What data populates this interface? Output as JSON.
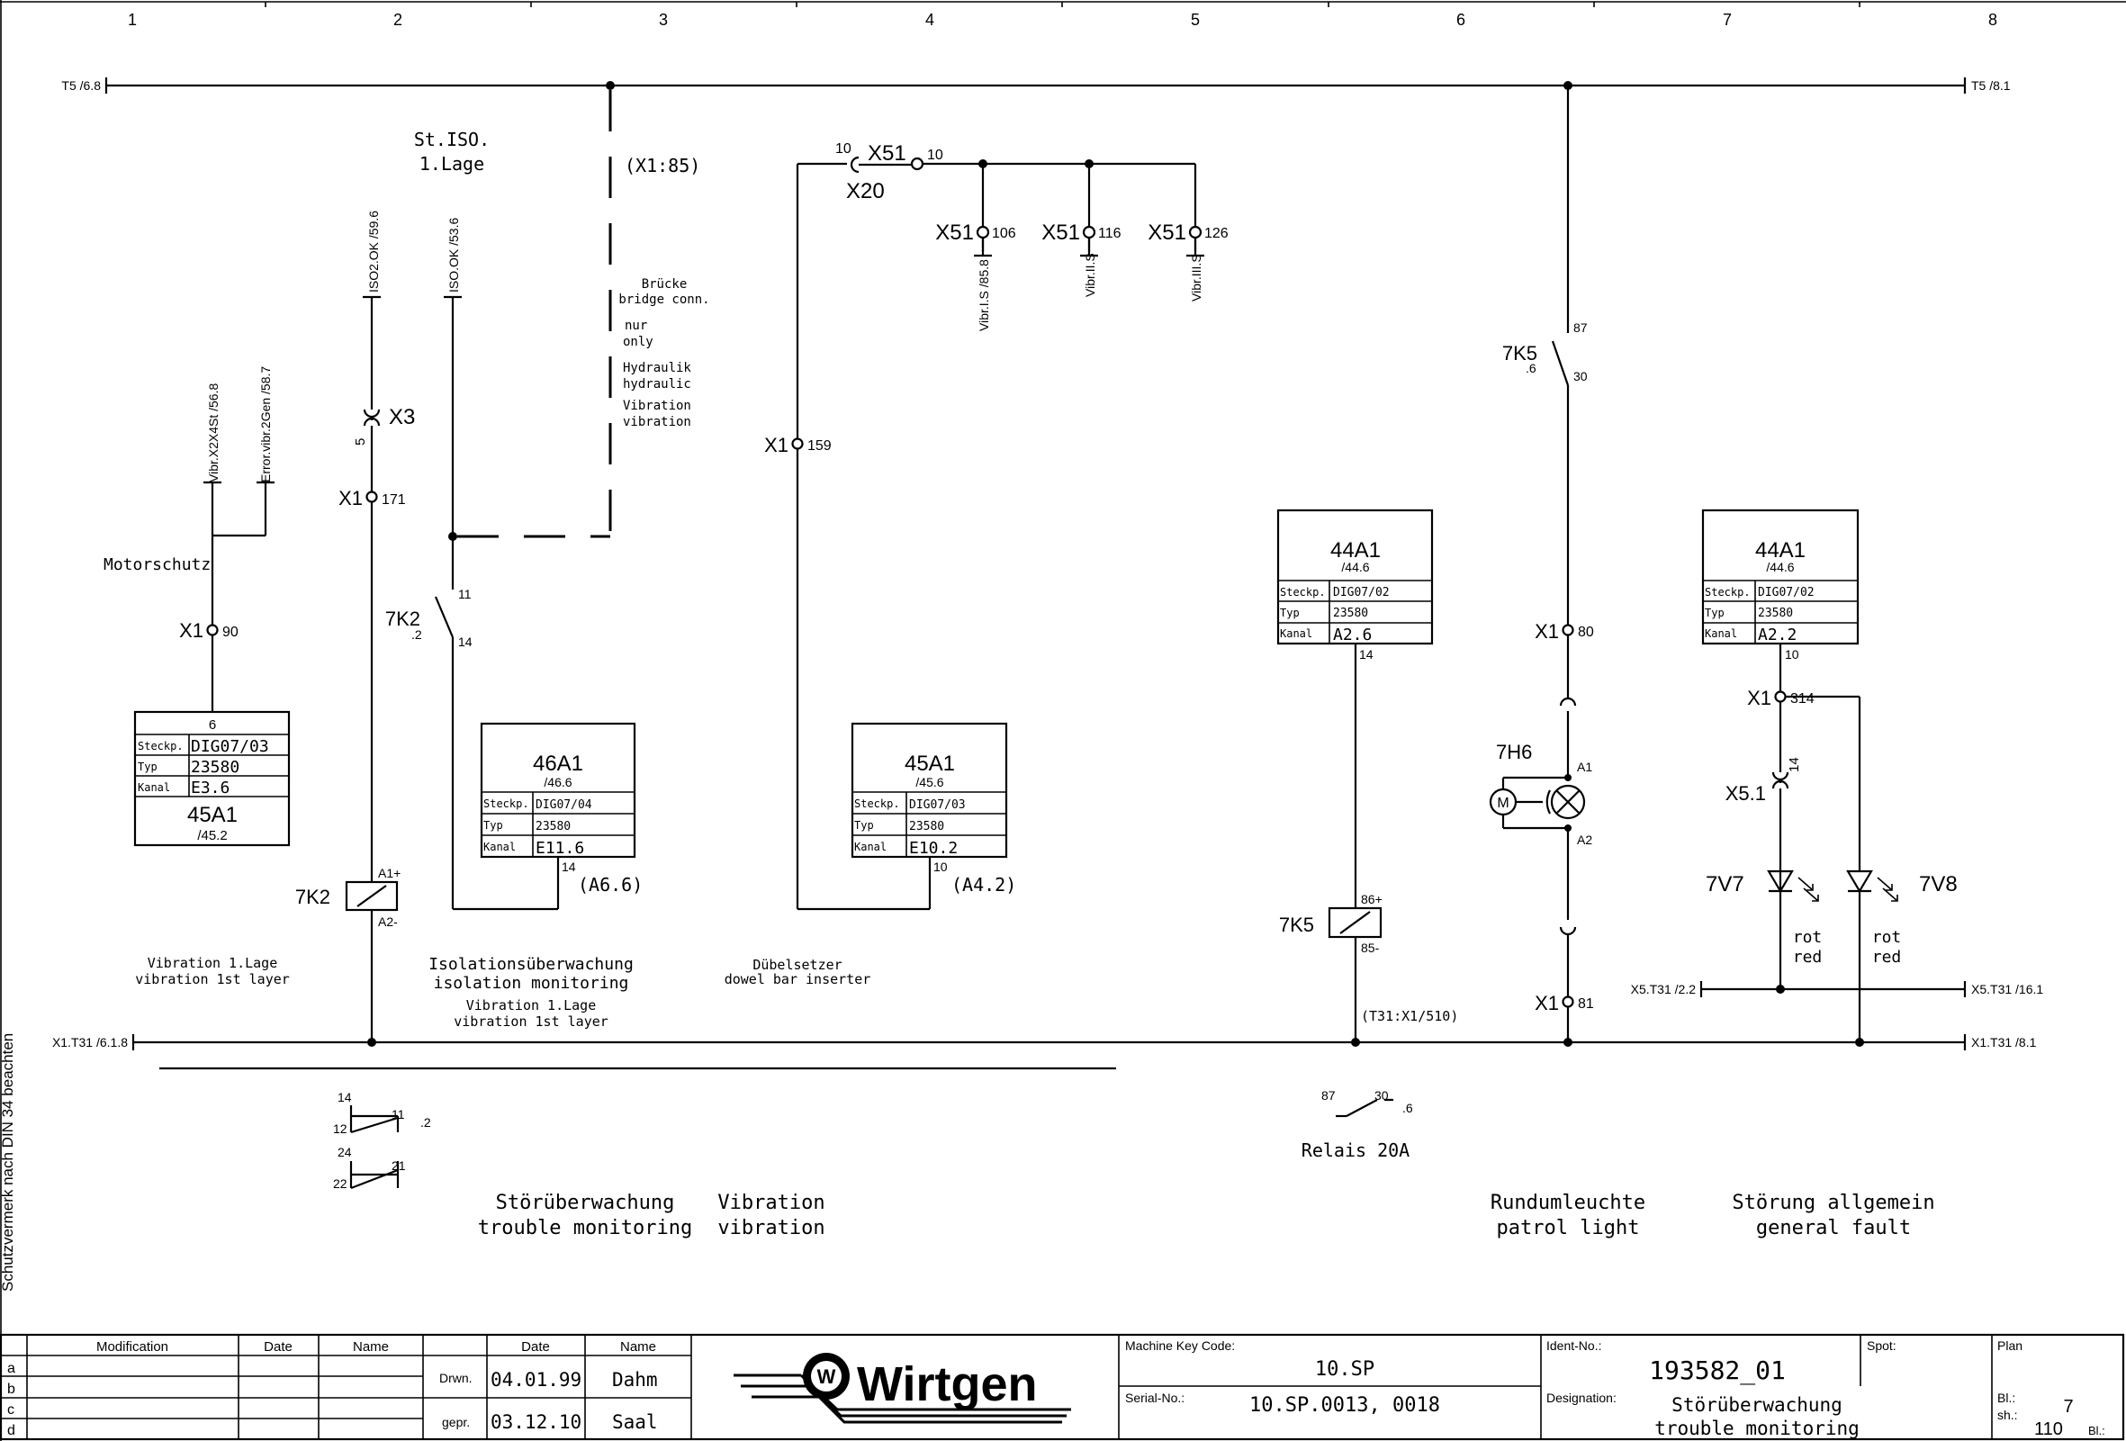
{
  "columns": [
    "1",
    "2",
    "3",
    "4",
    "5",
    "6",
    "7",
    "8"
  ],
  "rails": {
    "t5_left": "T5  /6.8",
    "t5_right": "T5  /8.1",
    "x1t31_left": "X1.T31  /6.1.8",
    "x1t31_right": "X1.T31  /8.1",
    "x5t31_left": "X5.T31  /2.2",
    "x5t31_right": "X5.T31  /16.1"
  },
  "side_note": "Schutzvermerk nach DIN 34 beachten",
  "col1": {
    "vibr_ref": "Vibr.X2X4St  /56.8",
    "error_ref": "Error.vibr.2Gen  /58.7",
    "motorschutz": "Motorschutz",
    "x1": "X1",
    "x1_pin": "90",
    "card": {
      "pin": "6",
      "steckp_label": "Steckp.",
      "steckp": "DIG07/03",
      "typ_label": "Typ",
      "typ": "23580",
      "kanal_label": "Kanal",
      "kanal": "E3.6",
      "id": "45A1",
      "ref": "/45.2"
    },
    "caption_de": "Vibration 1.Lage",
    "caption_en": "vibration 1st layer"
  },
  "col2": {
    "iso2_ref": "ISO2.OK  /59.6",
    "x3": "X3",
    "x3_pin": "5",
    "x1": "X1",
    "x1_pin": "171",
    "coil": "7K2",
    "coil_a1": "A1+",
    "coil_a2": "A2-",
    "contacts": {
      "c14": "14",
      "c11": "11",
      "c12": "12",
      "ref": ".2",
      "c24": "24",
      "c21": "21",
      "c22": "22"
    }
  },
  "col3": {
    "st_iso": "St.ISO.",
    "lage": "1.Lage",
    "x1_85": "(X1:85)",
    "iso_ref": "ISO.OK  /53.6",
    "bridge": [
      "Brücke",
      "bridge conn.",
      "nur",
      "only",
      "Hydraulik",
      "hydraulic",
      "Vibration",
      "vibration"
    ],
    "relay": "7K2",
    "relay_ref": ".2",
    "relay_11": "11",
    "relay_14": "14",
    "card": {
      "id": "46A1",
      "ref": "/46.6",
      "steckp_label": "Steckp.",
      "steckp": "DIG07/04",
      "typ_label": "Typ",
      "typ": "23580",
      "kanal_label": "Kanal",
      "kanal": "E11.6",
      "pin": "14",
      "addr": "(A6.6)"
    },
    "caption1": "Isolationsüberwachung",
    "caption2": "isolation monitoring",
    "caption3": "Vibration 1.Lage",
    "caption4": "vibration 1st layer"
  },
  "col4": {
    "x51": "X51",
    "pin10a": "10",
    "pin10b": "10",
    "x20": "X20",
    "x1": "X1",
    "x1_pin": "159",
    "taps": [
      {
        "conn": "X51",
        "pin": "106",
        "ref": "Vibr.I.S  /85.8"
      },
      {
        "conn": "X51",
        "pin": "116",
        "ref": "Vibr.II.S"
      },
      {
        "conn": "X51",
        "pin": "126",
        "ref": "Vibr.III.S"
      }
    ],
    "card": {
      "id": "45A1",
      "ref": "/45.6",
      "steckp_label": "Steckp.",
      "steckp": "DIG07/03",
      "typ_label": "Typ",
      "typ": "23580",
      "kanal_label": "Kanal",
      "kanal": "E10.2",
      "pin": "10",
      "addr": "(A4.2)"
    },
    "caption_de": "Dübelsetzer",
    "caption_en": "dowel bar inserter"
  },
  "col5": {
    "card": {
      "id": "44A1",
      "ref": "/44.6",
      "steckp_label": "Steckp.",
      "steckp": "DIG07/02",
      "typ_label": "Typ",
      "typ": "23580",
      "kanal_label": "Kanal",
      "kanal": "A2.6",
      "pin": "14"
    },
    "coil": "7K5",
    "coil_86": "86+",
    "coil_85": "85-",
    "t31": "(T31:X1/510)",
    "contact_87": "87",
    "contact_30": "30",
    "contact_ref": ".6",
    "relais": "Relais 20A"
  },
  "col6": {
    "relay": "7K5",
    "relay_ref": ".6",
    "relay_87": "87",
    "relay_30": "30",
    "x1a": "X1",
    "x1a_pin": "80",
    "lamp": "7H6",
    "a1": "A1",
    "a2": "A2",
    "motor": "M",
    "x1b": "X1",
    "x1b_pin": "81"
  },
  "col7": {
    "card": {
      "id": "44A1",
      "ref": "/44.6",
      "steckp_label": "Steckp.",
      "steckp": "DIG07/02",
      "typ_label": "Typ",
      "typ": "23580",
      "kanal_label": "Kanal",
      "kanal": "A2.2",
      "pin": "10"
    },
    "x1": "X1",
    "x1_pin": "314",
    "x5": "X5.1",
    "x5_pin": "14",
    "led1": "7V7",
    "led2": "7V8",
    "rot1": "rot",
    "red1": "red",
    "rot2": "rot",
    "red2": "red"
  },
  "bottom_captions": {
    "storung_de": "Störüberwachung",
    "storung_en": "trouble monitoring",
    "vibration_de": "Vibration",
    "vibration_en": "vibration",
    "rundum_de": "Rundumleuchte",
    "rundum_en": "patrol light",
    "allg_de": "Störung allgemein",
    "allg_en": "general fault"
  },
  "title_block": {
    "rows": [
      "a",
      "b",
      "c",
      "d"
    ],
    "modification": "Modification",
    "date": "Date",
    "name": "Name",
    "date2": "Date",
    "name2": "Name",
    "drwn": "Drwn.",
    "drwn_date": "04.01.99",
    "drwn_name": "Dahm",
    "gepr": "gepr.",
    "gepr_date": "03.12.10",
    "gepr_name": "Saal",
    "logo": "Wirtgen",
    "machine_key_label": "Machine Key Code:",
    "machine_key": "10.SP",
    "serial_label": "Serial-No.:",
    "serial": "10.SP.0013, 0018",
    "ident_label": "Ident-No.:",
    "ident": "193582_01",
    "spot_label": "Spot:",
    "plan_label": "Plan",
    "designation_label": "Designation:",
    "designation_de": "Störüberwachung",
    "designation_en": "trouble monitoring",
    "bl_label": "Bl.:",
    "bl": "7",
    "sh_label": "sh.:",
    "sh": "110",
    "bl2_label": "Bl.:"
  }
}
